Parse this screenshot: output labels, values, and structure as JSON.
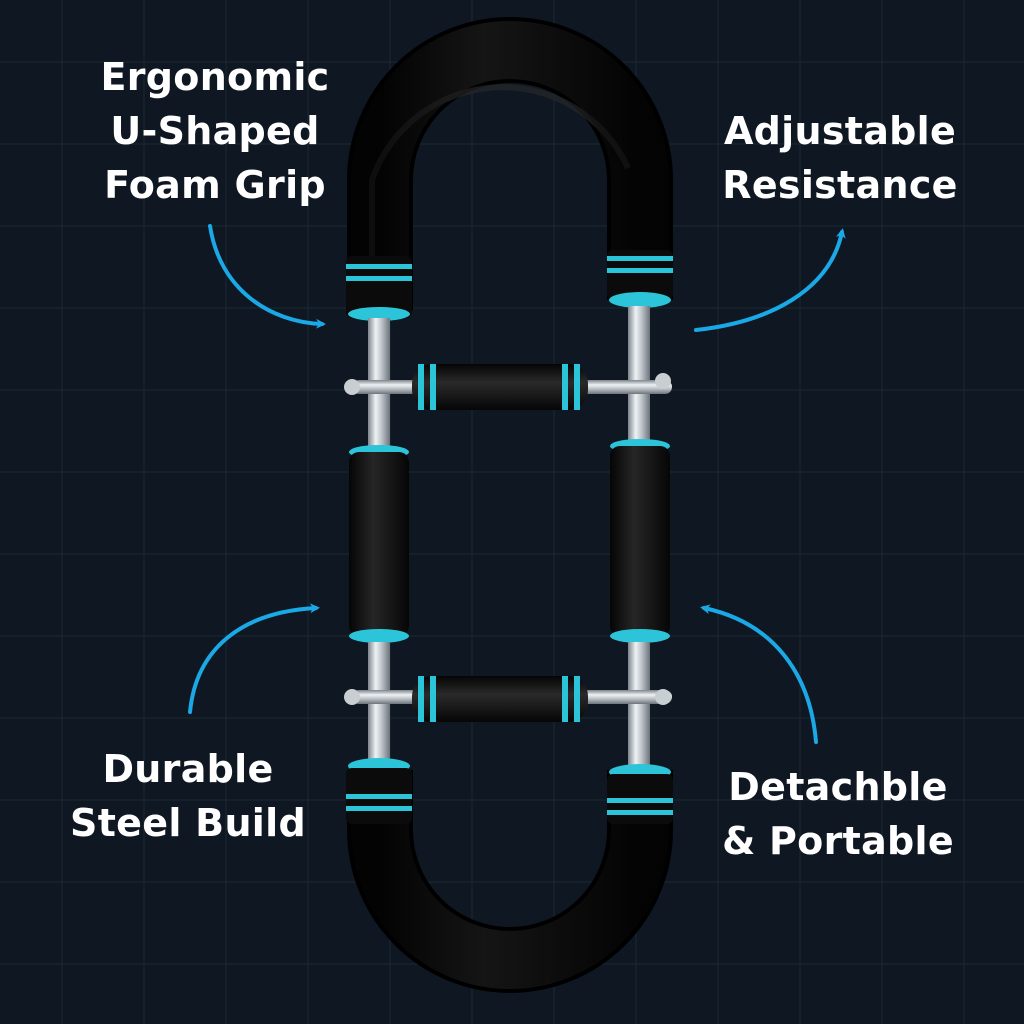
{
  "callouts": {
    "top_left": {
      "lines": [
        "Ergonomic",
        "U-Shaped",
        "Foam Grip"
      ]
    },
    "top_right": {
      "lines": [
        "Adjustable",
        "Resistance"
      ]
    },
    "bottom_left": {
      "lines": [
        "Durable",
        "Steel Build"
      ]
    },
    "bottom_right": {
      "lines": [
        "Detachble",
        "& Portable"
      ]
    }
  },
  "colors": {
    "background": "#0f1822",
    "grid": "#1a2733",
    "accent": "#1aa9e6",
    "ring": "#2bc4d8",
    "foam": "#141414",
    "steel": "#c9ced3"
  },
  "icons": {
    "arrows": "curved-arrow-icon",
    "product": "forearm-grip-strengthener-icon"
  }
}
